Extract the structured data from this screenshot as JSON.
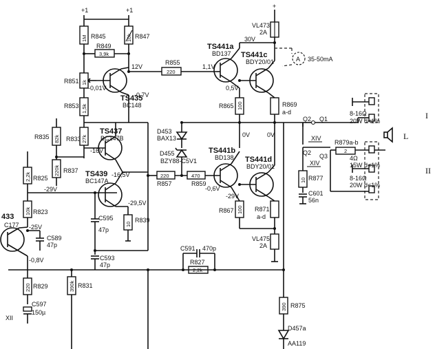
{
  "transistors": {
    "ts435": {
      "ref": "TS435",
      "type": "BC148"
    },
    "ts437": {
      "ref": "TS437",
      "type": "BC147B"
    },
    "ts439": {
      "ref": "TS439",
      "type": "BC147A"
    },
    "ts441a": {
      "ref": "TS441a",
      "type": "BD137"
    },
    "ts441b": {
      "ref": "TS441b",
      "type": "BD138"
    },
    "ts441c": {
      "ref": "TS441c",
      "type": "BDY20/01"
    },
    "ts441d": {
      "ref": "TS441d",
      "type": "BDY20/01"
    },
    "ts433": {
      "ref": "433",
      "type": "C177"
    }
  },
  "resistors": {
    "r845": {
      "ref": "R845",
      "value": "1M"
    },
    "r847": {
      "ref": "R847",
      "value": "10k"
    },
    "r849": {
      "ref": "R849",
      "value": "3,9k"
    },
    "r851": {
      "ref": "R851",
      "value": "1k"
    },
    "r853": {
      "ref": "R853",
      "value": "1,5k"
    },
    "r833": {
      "ref": "R833",
      "value": "27k"
    },
    "r835": {
      "ref": "R835",
      "value": "82k"
    },
    "r837": {
      "ref": "R837",
      "value": "220k"
    },
    "r825": {
      "ref": "R825",
      "value": "2,2k"
    },
    "r823": {
      "ref": "R823",
      "value": "10k"
    },
    "r839": {
      "ref": "R839",
      "value": "10"
    },
    "r855": {
      "ref": "R855",
      "value": "220"
    },
    "r857": {
      "ref": "R857",
      "value": "220"
    },
    "r859": {
      "ref": "R859",
      "value": "470"
    },
    "r865": {
      "ref": "R865",
      "value": "100"
    },
    "r867": {
      "ref": "R867",
      "value": "100"
    },
    "r869": {
      "ref": "R869",
      "sub": "a-d"
    },
    "r871": {
      "ref": "R871",
      "sub": "a-d"
    },
    "r877": {
      "ref": "R877",
      "value": "10"
    },
    "r879": {
      "ref": "R879a-b",
      "value": "2"
    },
    "r827": {
      "ref": "R827",
      "value": "2,2k"
    },
    "r829": {
      "ref": "R829",
      "value": "220"
    },
    "r831": {
      "ref": "R831",
      "value": "390k"
    },
    "r875": {
      "ref": "R875",
      "value": "390"
    }
  },
  "capacitors": {
    "c589": {
      "ref": "C589",
      "value": "47p"
    },
    "c595": {
      "ref": "C595",
      "value": "47p"
    },
    "c593": {
      "ref": "C593",
      "value": "47p"
    },
    "c591": {
      "ref": "C591",
      "value": "470p"
    },
    "c601": {
      "ref": "C601",
      "value": "56n"
    },
    "c597": {
      "ref": "C597",
      "value": "150µ"
    }
  },
  "diodes": {
    "d453": {
      "ref": "D453",
      "type": "BAX13"
    },
    "d455": {
      "ref": "D455",
      "type": "BZY88-C5V1"
    },
    "d457": {
      "ref": "D457a",
      "type": "AA119"
    }
  },
  "fuses": {
    "vl473": {
      "ref": "VL473",
      "value": "2A"
    },
    "vl475": {
      "ref": "VL475",
      "value": "2A"
    }
  },
  "supplies": {
    "plus1": "+1",
    "plus1b": "+1",
    "plus_top": "+"
  },
  "voltages": {
    "v30": "30V",
    "v12": "12V",
    "v1_1": "1,1V",
    "v0_5": "0,5V",
    "vm0_01": "-0,01V",
    "vm0_7": "-0,7V",
    "vm16": "-16V",
    "vm16_5": "-16,5V",
    "vm29": "-29V",
    "vm29_5": "-29,5V",
    "v0a": "0V",
    "v0b": "0V",
    "vm0_6": "-0,6V",
    "vm29b": "-29V",
    "vm25": "-25V",
    "vm0_8": "-0,8V"
  },
  "meter": {
    "symbol": "A",
    "range": "35-50mA"
  },
  "switches": {
    "q2a": "Q2",
    "q1": "Q1",
    "xiv_a": "XIV",
    "q2b": "Q2",
    "q3": "Q3",
    "xiv_b": "XIV",
    "xii": "XII"
  },
  "outputs": {
    "roman_one": "I",
    "roman_two": "II",
    "speaker_label": "L",
    "out1_a": "8-16Ω",
    "out1_b": "20W  d<1%",
    "out2_a": "4Ω",
    "out2_b": "15W  d<1%",
    "out3_a": "8-16Ω",
    "out3_b": "20W  d<1%"
  }
}
